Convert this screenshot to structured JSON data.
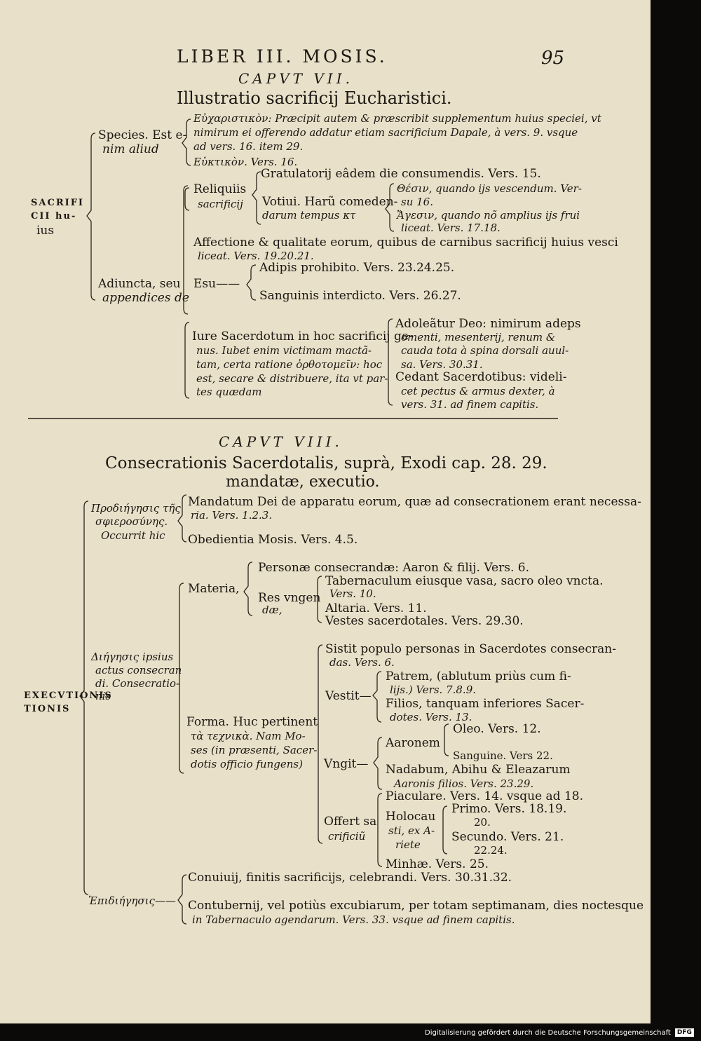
{
  "header": {
    "running_title": "LIBER III. MOSIS.",
    "page_number": "95"
  },
  "chapter7": {
    "caput": "CAPVT VII.",
    "title": "Illustratio sacrificij Eucharistici.",
    "root": [
      "SACRIFI",
      "CII hu-",
      "ius"
    ],
    "species": {
      "label": [
        "Species. Est e-",
        "nim aliud"
      ],
      "a": [
        "Εὐχαριστικὸν: Præcipit autem & præscribit supplementum huius speciei, vt",
        "nimirum ei offerendo addatur etiam sacrificium Dapale, à vers. 9. vsque",
        "ad vers. 16. item 29."
      ],
      "b": "Εὐκτικὸν. Vers. 16."
    },
    "adiuncta": {
      "label": [
        "Adiuncta, seu",
        "appendices de"
      ],
      "reliquiis": {
        "label": [
          "Reliquiis",
          "sacrificij"
        ],
        "gratulatorij": "Gratulatorij eâdem die consumendis. Vers. 15.",
        "votiui": [
          "Votiui. Harũ comeden-",
          "darum tempus κτ"
        ],
        "thesin": [
          "Θέσιν, quando ijs vescendum. Ver-",
          "su 16."
        ],
        "agesin": [
          "Ἄγεσιν, quando nõ amplius ijs frui",
          "liceat. Vers. 17.18."
        ]
      },
      "affectione": [
        "Affectione & qualitate eorum, quibus de carnibus sacrificij huius vesci",
        "liceat. Vers. 19.20.21."
      ],
      "esu": {
        "label": "Esu——",
        "adipis": "Adipis prohibito. Vers. 23.24.25.",
        "sanguinis": "Sanguinis interdicto. Vers. 26.27."
      },
      "iure": {
        "label": [
          "Iure Sacerdotum in hoc sacrificij ge-",
          "nus. Iubet enim victimam mactã-",
          "tam, certa ratione ὀρθοτομεῖν: hoc",
          "est, secare & distribuere, ita vt par-",
          "tes quædam"
        ],
        "adoleatur": [
          "Adoleãtur Deo: nimirum adeps",
          "omenti, mesenterij, renum &",
          "cauda tota à spina dorsali auul-",
          "sa. Vers. 30.31."
        ],
        "cedant": [
          "Cedant Sacerdotibus: videli-",
          "cet pectus & armus dexter, à",
          "vers. 31. ad finem capitis."
        ]
      }
    }
  },
  "chapter8": {
    "caput": "CAPVT VIII.",
    "title": [
      "Consecrationis Sacerdotalis, suprà, Exodi cap. 28. 29.",
      "mandatæ, executio."
    ],
    "root": [
      "EXECVTIONIS",
      "TIONIS"
    ],
    "prodiegesis": {
      "label": [
        "Προδιήγησις τῆς",
        "σφιεροσύνης.",
        "Occurrit hic"
      ],
      "mandatum": [
        "Mandatum Dei de apparatu eorum, quæ ad consecrationem erant necessa-",
        "ria. Vers. 1.2.3."
      ],
      "obedientia": "Obedientia Mosis. Vers. 4.5."
    },
    "diegesis": {
      "label": [
        "Διήγησις ipsius",
        "actus consecran",
        "di. Consecratio-",
        "nis"
      ],
      "materia": {
        "label": "Materia,",
        "personae": "Personæ consecrandæ: Aaron & filij. Vers. 6.",
        "res_label": [
          "Res vngen",
          "dæ,"
        ],
        "tabernaculum": [
          "Tabernaculum eiusque vasa, sacro oleo vncta.",
          "Vers. 10."
        ],
        "altaria": "Altaria. Vers. 11.",
        "vestes": "Vestes sacerdotales. Vers. 29.30."
      },
      "forma": {
        "label": [
          "Forma. Huc pertinent",
          "τὰ τεχνικὰ. Nam Mo-",
          "ses (in præsenti, Sacer-",
          "dotis officio fungens)"
        ],
        "sistit": [
          "Sistit populo personas in Sacerdotes consecran-",
          "das. Vers. 6."
        ],
        "vestit": {
          "label": "Vestit—",
          "patrem": [
            "Patrem, (ablutum priùs cum fi-",
            "lijs.) Vers. 7.8.9."
          ],
          "filios": [
            "Filios, tanquam inferiores Sacer-",
            "dotes. Vers. 13."
          ]
        },
        "vngit": {
          "label": "Vngit—",
          "aaronem": "Aaronem",
          "oleo": "Oleo. Vers. 12.",
          "sanguine": "Sanguine. Vers 22.",
          "nadabum": [
            "Nadabum, Abihu & Eleazarum",
            "Aaronis filios. Vers. 23.29."
          ]
        },
        "offert": {
          "label": [
            "Offert sa",
            "crificiũ"
          ],
          "piaculare": "Piaculare. Vers. 14. vsque ad 18.",
          "holocausti": [
            "Holocau",
            "sti, ex A-",
            "riete"
          ],
          "primo": [
            "Primo. Vers. 18.19.",
            "20."
          ],
          "secundo": [
            "Secundo. Vers. 21.",
            "22.24."
          ],
          "minhae": "Minhæ. Vers. 25."
        }
      }
    },
    "epidiegesis": {
      "label": "Ἐπιδιήγησις——",
      "conuiuij": "Conuiuij, finitis sacrificijs, celebrandi. Vers. 30.31.32.",
      "contubernij": [
        "Contubernij, vel potiùs excubiarum, per totam septimanam, dies noctesque",
        "in Tabernaculo agendarum. Vers. 33. vsque ad finem capitis."
      ]
    }
  },
  "footer": {
    "credit": "Digitalisierung gefördert durch die Deutsche Forschungsgemeinschaft",
    "logo": "DFG"
  }
}
